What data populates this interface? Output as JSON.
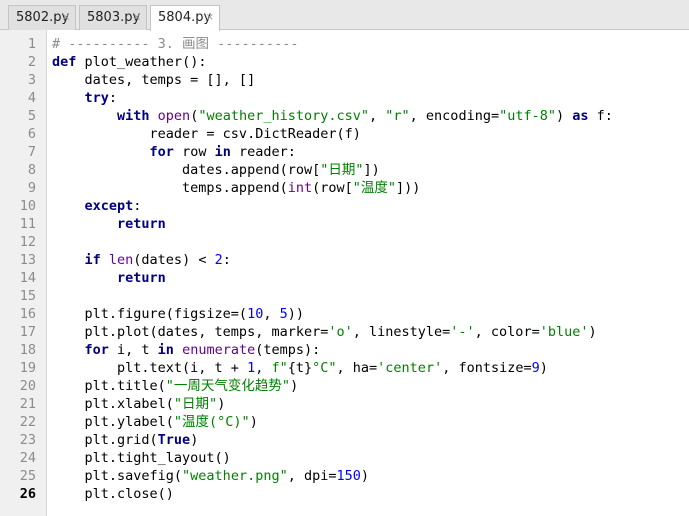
{
  "tabs": [
    {
      "label": "5802.py",
      "close": "×"
    },
    {
      "label": "5803.py",
      "close": "×"
    },
    {
      "label": "5804.py",
      "close": "×"
    }
  ],
  "editor": {
    "current_line": 26,
    "lines": [
      [
        {
          "t": "# ---------- 3. 画图 ----------",
          "c": "c"
        }
      ],
      [
        {
          "t": "def ",
          "c": "k"
        },
        {
          "t": "plot_weather",
          "c": "f"
        },
        {
          "t": "():"
        }
      ],
      [
        {
          "t": "    dates, temps = [], []"
        }
      ],
      [
        {
          "t": "    "
        },
        {
          "t": "try",
          "c": "k"
        },
        {
          "t": ":"
        }
      ],
      [
        {
          "t": "        "
        },
        {
          "t": "with ",
          "c": "k"
        },
        {
          "t": "open",
          "c": "b"
        },
        {
          "t": "("
        },
        {
          "t": "\"weather_history.csv\"",
          "c": "s"
        },
        {
          "t": ", "
        },
        {
          "t": "\"r\"",
          "c": "s"
        },
        {
          "t": ", encoding="
        },
        {
          "t": "\"utf-8\"",
          "c": "s"
        },
        {
          "t": ") "
        },
        {
          "t": "as ",
          "c": "k"
        },
        {
          "t": "f:"
        }
      ],
      [
        {
          "t": "            reader = csv.DictReader(f)"
        }
      ],
      [
        {
          "t": "            "
        },
        {
          "t": "for ",
          "c": "k"
        },
        {
          "t": "row "
        },
        {
          "t": "in ",
          "c": "k"
        },
        {
          "t": "reader:"
        }
      ],
      [
        {
          "t": "                dates.append(row["
        },
        {
          "t": "\"日期\"",
          "c": "s"
        },
        {
          "t": "])"
        }
      ],
      [
        {
          "t": "                temps.append("
        },
        {
          "t": "int",
          "c": "b"
        },
        {
          "t": "(row["
        },
        {
          "t": "\"温度\"",
          "c": "s"
        },
        {
          "t": "]))"
        }
      ],
      [
        {
          "t": "    "
        },
        {
          "t": "except",
          "c": "k"
        },
        {
          "t": ":"
        }
      ],
      [
        {
          "t": "        "
        },
        {
          "t": "return",
          "c": "k"
        }
      ],
      [],
      [
        {
          "t": "    "
        },
        {
          "t": "if ",
          "c": "k"
        },
        {
          "t": "len",
          "c": "b"
        },
        {
          "t": "(dates) < "
        },
        {
          "t": "2",
          "c": "n"
        },
        {
          "t": ":"
        }
      ],
      [
        {
          "t": "        "
        },
        {
          "t": "return",
          "c": "k"
        }
      ],
      [],
      [
        {
          "t": "    plt.figure(figsize=("
        },
        {
          "t": "10",
          "c": "n"
        },
        {
          "t": ", "
        },
        {
          "t": "5",
          "c": "n"
        },
        {
          "t": "))"
        }
      ],
      [
        {
          "t": "    plt.plot(dates, temps, marker="
        },
        {
          "t": "'o'",
          "c": "s"
        },
        {
          "t": ", linestyle="
        },
        {
          "t": "'-'",
          "c": "s"
        },
        {
          "t": ", color="
        },
        {
          "t": "'blue'",
          "c": "s"
        },
        {
          "t": ")"
        }
      ],
      [
        {
          "t": "    "
        },
        {
          "t": "for ",
          "c": "k"
        },
        {
          "t": "i, t "
        },
        {
          "t": "in ",
          "c": "k"
        },
        {
          "t": "enumerate",
          "c": "b"
        },
        {
          "t": "(temps):"
        }
      ],
      [
        {
          "t": "        plt.text(i, t + "
        },
        {
          "t": "1",
          "c": "n"
        },
        {
          "t": ", "
        },
        {
          "t": "f\"",
          "c": "s"
        },
        {
          "t": "{t}"
        },
        {
          "t": "°C\"",
          "c": "s"
        },
        {
          "t": ", ha="
        },
        {
          "t": "'center'",
          "c": "s"
        },
        {
          "t": ", fontsize="
        },
        {
          "t": "9",
          "c": "n"
        },
        {
          "t": ")"
        }
      ],
      [
        {
          "t": "    plt.title("
        },
        {
          "t": "\"一周天气变化趋势\"",
          "c": "s"
        },
        {
          "t": ")"
        }
      ],
      [
        {
          "t": "    plt.xlabel("
        },
        {
          "t": "\"日期\"",
          "c": "s"
        },
        {
          "t": ")"
        }
      ],
      [
        {
          "t": "    plt.ylabel("
        },
        {
          "t": "\"温度(°C)\"",
          "c": "s"
        },
        {
          "t": ")"
        }
      ],
      [
        {
          "t": "    plt.grid("
        },
        {
          "t": "True",
          "c": "k"
        },
        {
          "t": ")"
        }
      ],
      [
        {
          "t": "    plt.tight_layout()"
        }
      ],
      [
        {
          "t": "    plt.savefig("
        },
        {
          "t": "\"weather.png\"",
          "c": "s"
        },
        {
          "t": ", dpi="
        },
        {
          "t": "150",
          "c": "n"
        },
        {
          "t": ")"
        }
      ],
      [
        {
          "t": "    plt.close()"
        }
      ]
    ]
  }
}
